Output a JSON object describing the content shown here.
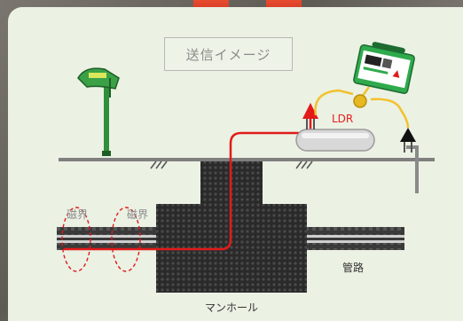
{
  "diagram": {
    "title": "送信イメージ",
    "ldr_label": "LDR",
    "magnetic_field_label_1": "磁界",
    "magnetic_field_label_2": "磁界",
    "pipe_label": "管路",
    "manhole_label": "マンホール"
  },
  "colors": {
    "panel_background": "#ebf1e3",
    "ground": "#7f7f7f",
    "signal_line": "#e21a1a",
    "cable": "#f2c12e",
    "receiver": "#2f8f3a",
    "transmitter": "#2faa4c",
    "manhole_fill": "#2a2a2a"
  }
}
